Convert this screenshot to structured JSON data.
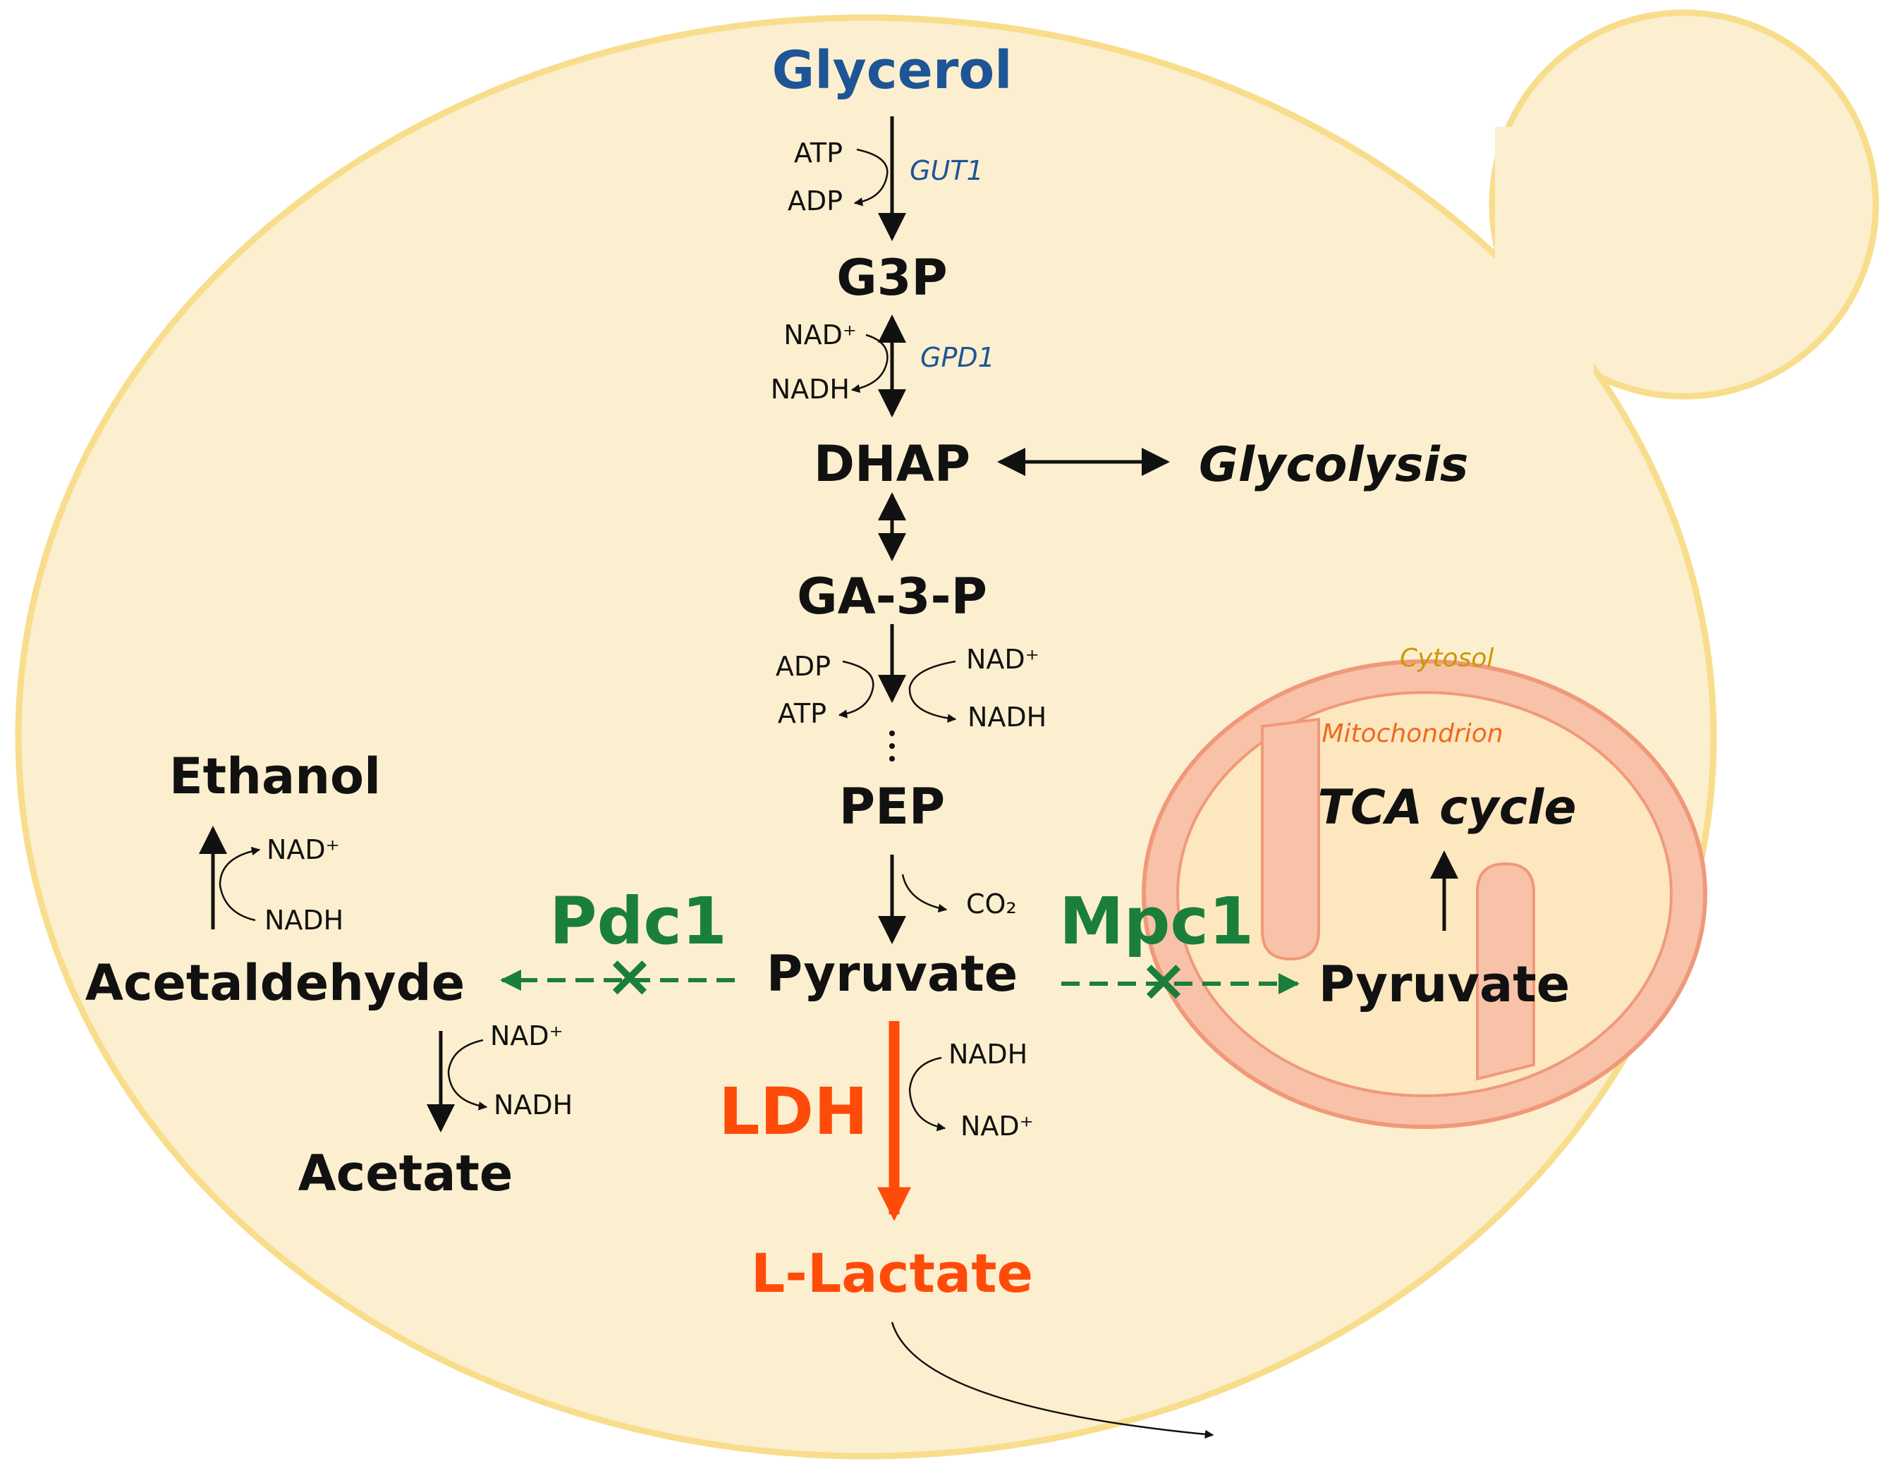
{
  "colors": {
    "cell_fill": "#fcefcf",
    "cell_stroke": "#f8dd8c",
    "mito_outer": "#f7b89f",
    "mito_inner_fill": "#fde7bf",
    "mito_stroke": "#f0997a",
    "gene_blue": "#1d5596",
    "knockout_green": "#1a7f3a",
    "ldh_red": "#ff4b0a",
    "cytosol_label": "#c99a00",
    "mito_label": "#ee6a1e",
    "text": "#111111"
  },
  "nodes": {
    "glycerol": "Glycerol",
    "g3p": "G3P",
    "dhap": "DHAP",
    "glycolysis": "Glycolysis",
    "ga3p": "GA-3-P",
    "pep": "PEP",
    "pyruvate": "Pyruvate",
    "mito_pyruvate": "Pyruvate",
    "tca": "TCA cycle",
    "acetaldehyde": "Acetaldehyde",
    "ethanol": "Ethanol",
    "acetate": "Acetate",
    "lactate": "L-Lactate"
  },
  "genes": {
    "gut1": "GUT1",
    "gpd1": "GPD1",
    "pdc1": "Pdc1",
    "mpc1": "Mpc1",
    "ldh": "LDH"
  },
  "compartments": {
    "cytosol": "Cytosol",
    "mitochondrion": "Mitochondrion"
  },
  "cofactors": {
    "gut1_in": "ATP",
    "gut1_out": "ADP",
    "gpd1_in": "NAD⁺",
    "gpd1_out": "NADH",
    "ga3p_left_in": "ADP",
    "ga3p_left_out": "ATP",
    "ga3p_right_in": "NAD⁺",
    "ga3p_right_out": "NADH",
    "co2": "CO₂",
    "ethanol_in": "NADH",
    "ethanol_out": "NAD⁺",
    "acetate_in": "NAD⁺",
    "acetate_out": "NADH",
    "ldh_in": "NADH",
    "ldh_out": "NAD⁺"
  },
  "knockout_mark": "×"
}
